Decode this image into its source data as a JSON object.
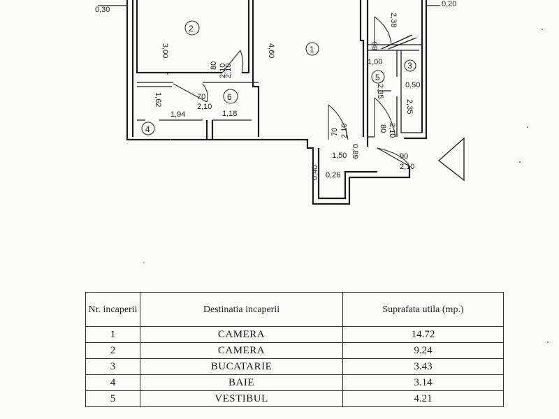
{
  "plan": {
    "rooms": [
      {
        "label": "1"
      },
      {
        "label": "2"
      },
      {
        "label": "3"
      },
      {
        "label": "4"
      },
      {
        "label": "5"
      },
      {
        "label": "6"
      }
    ],
    "dimensions": {
      "d_0_30": "0,30",
      "d_0_20": "0,20",
      "d_3_00": "3,00",
      "d_4_60": "4,60",
      "d_2_38": "2,38",
      "d_1_62": "1,62",
      "d_1_94": "1,94",
      "d_1_18": "1,18",
      "d_70": "70",
      "d_2_10a": "2,10",
      "d_80a": "80",
      "d_2_10b": "2,10",
      "d_1_00": "1,00",
      "d_0_50": "0,50",
      "d_2_35": "2,35",
      "d_2_35b": "2,35",
      "d_80b": "80",
      "d_2_10c": "2,10",
      "d_0_89": "0,89",
      "d_1_50": "1,50",
      "d_0_26": "0,26",
      "d_90": "90",
      "d_2_10d": "2,10",
      "d_0_40": "0,40",
      "d_70b": "70",
      "d_2_10e": "2,10",
      "d_2_10f": "2,10",
      "d_80c": "80"
    }
  },
  "table": {
    "headers": {
      "nr": "Nr. incaperii",
      "dest": "Destinatia incaperii",
      "suprafata": "Suprafata utila (mp.)"
    },
    "rows": [
      {
        "nr": "1",
        "dest": "CAMERA",
        "area": "14.72"
      },
      {
        "nr": "2",
        "dest": "CAMERA",
        "area": "9.24"
      },
      {
        "nr": "3",
        "dest": "BUCATARIE",
        "area": "3.43"
      },
      {
        "nr": "4",
        "dest": "BAIE",
        "area": "3.14"
      },
      {
        "nr": "5",
        "dest": "VESTIBUL",
        "area": "4.21"
      }
    ]
  }
}
